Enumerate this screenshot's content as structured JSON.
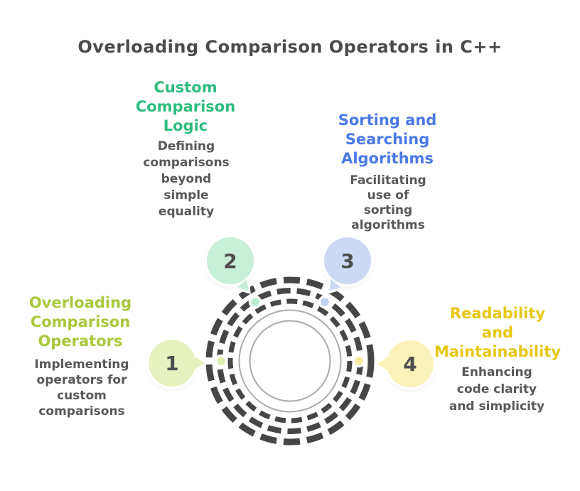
{
  "title": "Overloading Comparison Operators in C++",
  "colors": {
    "ring": "#464646",
    "ring_edge": "#ababab",
    "title_text": "#4b4b4b",
    "description_text": "#585858",
    "number_text": "#4f4f4f"
  },
  "nodes": [
    {
      "number": "1",
      "label": "Overloading\nComparison\nOperators",
      "description": "Implementing\noperators for\ncustom\ncomparisons",
      "label_color": "#a8c83a",
      "circle_fill": "#e6f2bf",
      "dot_color": "#dff0ad"
    },
    {
      "number": "2",
      "label": "Custom\nComparison\nLogic",
      "description": "Defining\ncomparisons\nbeyond\nsimple\nequality",
      "label_color": "#2ebd7e",
      "circle_fill": "#c8efd8",
      "dot_color": "#b9ecce"
    },
    {
      "number": "3",
      "label": "Sorting and\nSearching\nAlgorithms",
      "description": "Facilitating\nuse of\nsorting\nalgorithms",
      "label_color": "#4b79e8",
      "circle_fill": "#cdd9f4",
      "dot_color": "#c2d2f1"
    },
    {
      "number": "4",
      "label": "Readability\nand\nMaintainability",
      "description": "Enhancing\ncode clarity\nand simplicity",
      "label_color": "#e8c711",
      "circle_fill": "#faf2b8",
      "dot_color": "#f7eca0"
    }
  ]
}
